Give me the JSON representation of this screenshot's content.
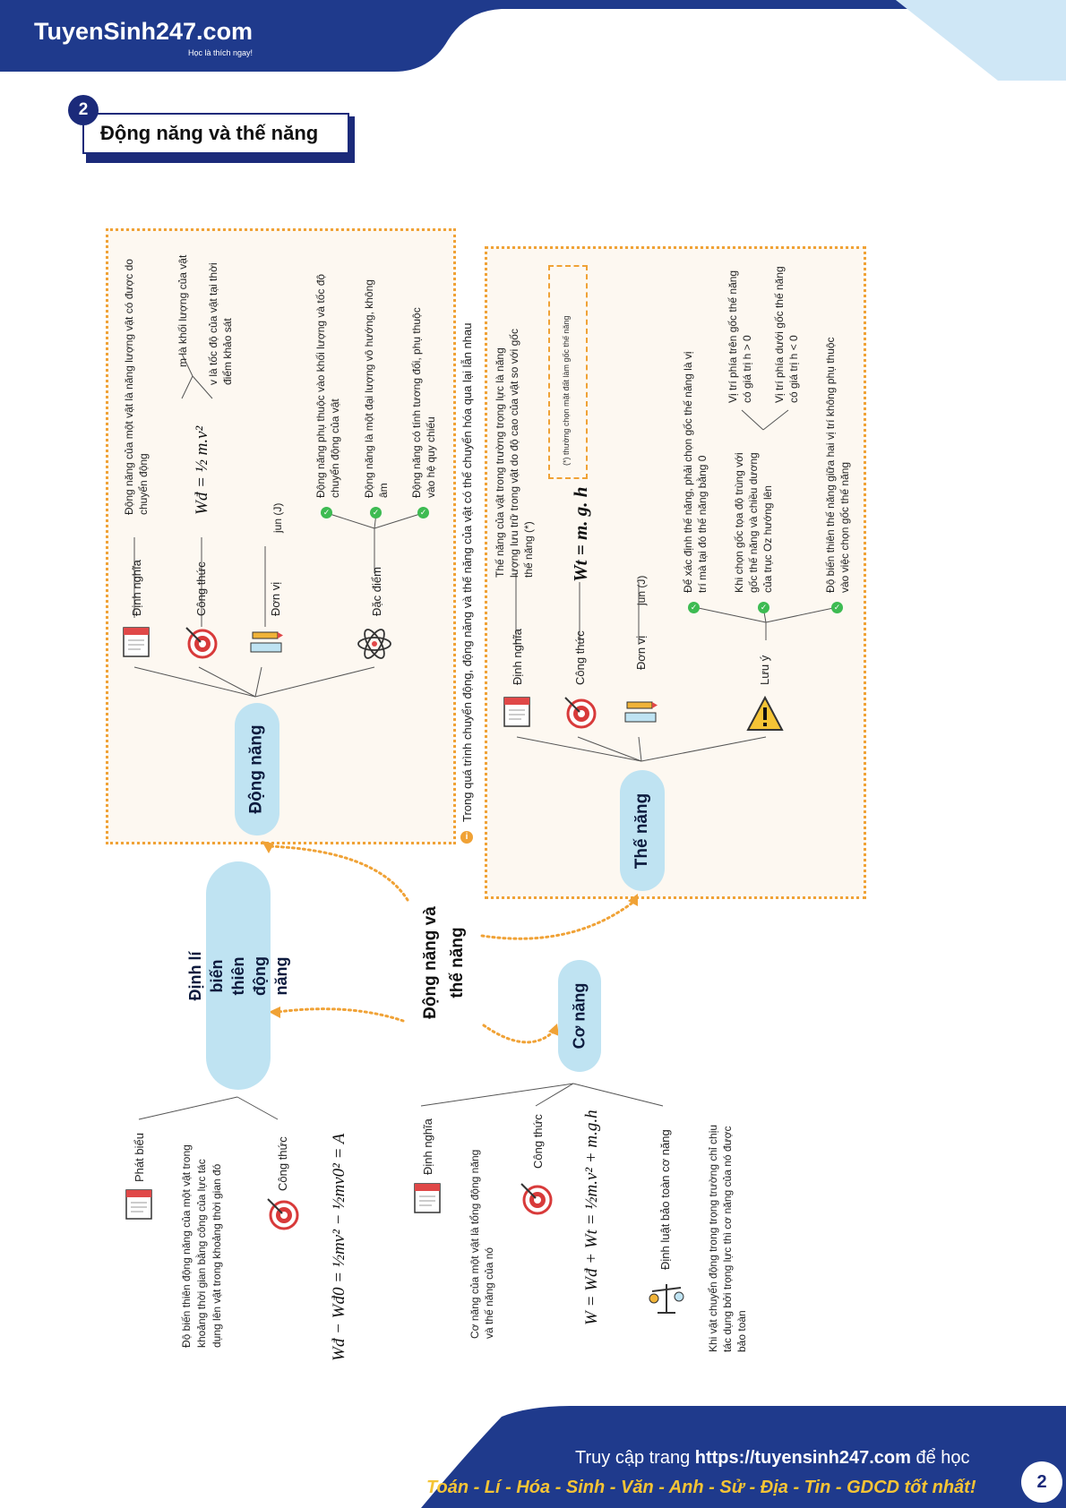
{
  "header": {
    "logo": "TuyenSinh247.com",
    "slogan": "Học là thích ngay!"
  },
  "section": {
    "number": "2",
    "title": "Động năng và thế năng"
  },
  "center": {
    "title": "Động năng và thế năng"
  },
  "dong_nang": {
    "title": "Động năng",
    "def_label": "Định nghĩa",
    "def_text": "Động năng của một vật là năng lượng vật có được do chuyển động",
    "formula_label": "Công thức",
    "formula": "Wđ = ½ m.v²",
    "m_text": "m là khối lượng của vật",
    "v_text": "v là tốc độ của vật tại thời điểm khảo sát",
    "unit_label": "Đơn vị",
    "unit": "jun (J)",
    "feat_label": "Đặc điểm",
    "feats": [
      "Động năng phụ thuộc vào khối lượng và tốc độ chuyển động của vật",
      "Động năng là một đại lượng vô hướng, không âm",
      "Động năng có tính tương đối, phụ thuộc vào hệ quy chiếu"
    ]
  },
  "note": "Trong quá trình chuyển động, động năng và thế năng của vật có thể chuyển hóa qua lại lẫn nhau",
  "the_nang": {
    "title": "Thế năng",
    "def_label": "Định nghĩa",
    "def_text": "Thế năng của vật trong trường trọng lực là năng lượng lưu trữ trong vật do độ cao của vật so với gốc thế năng (*)",
    "footnote": "(*) thường chọn mặt đất làm gốc thế năng",
    "formula_label": "Công thức",
    "formula": "Wt = m. g. h",
    "unit_label": "Đơn vị",
    "unit": "jun (J)",
    "note_label": "Lưu ý",
    "notes": [
      "Để xác định thế năng, phải chọn gốc thế năng là vị trí mà tại đó thế năng bằng 0",
      "Khi chọn gốc tọa độ trùng với gốc thế năng và chiều dương của trục Oz hướng lên",
      "Độ biến thiên thế năng giữa hai vị trí không phụ thuộc vào việc chọn gốc thế năng"
    ],
    "above": "Vị trí phía trên gốc thế năng có giá trị h > 0",
    "below": "Vị trí phía dưới gốc thế năng có giá trị h < 0"
  },
  "dinh_li": {
    "title": "Định lí biến thiên động năng",
    "stmt_label": "Phát biểu",
    "stmt_text": "Độ biến thiên động năng của một vật trong khoảng thời gian bằng công của lực tác dụng lên vật trong khoảng thời gian đó",
    "formula_label": "Công thức",
    "formula": "Wđ − Wđ0 = ½mv² − ½mv0² = A"
  },
  "co_nang": {
    "title": "Cơ năng",
    "def_label": "Định nghĩa",
    "def_text": "Cơ năng của một vật là tổng động năng và thế năng của nó",
    "formula_label": "Công thức",
    "formula": "W = Wđ + Wt = ½m.v² + m.g.h",
    "law_label": "Định luật bảo toàn cơ năng",
    "law_text": "Khi vật chuyển động trong trọng trường chỉ chịu tác dụng bởi trọng lực thì cơ năng của nó được bảo toàn"
  },
  "footer": {
    "prefix": "Truy cập trang",
    "url": "https://tuyensinh247.com",
    "suffix": "để học",
    "subjects": "Toán - Lí - Hóa - Sinh - Văn - Anh - Sử - Địa - Tin - GDCD tốt nhất!",
    "page": "2"
  },
  "colors": {
    "navy": "#1b2a7a",
    "pill": "#bfe3f2",
    "orange": "#f0a236",
    "green": "#3dbb52"
  }
}
